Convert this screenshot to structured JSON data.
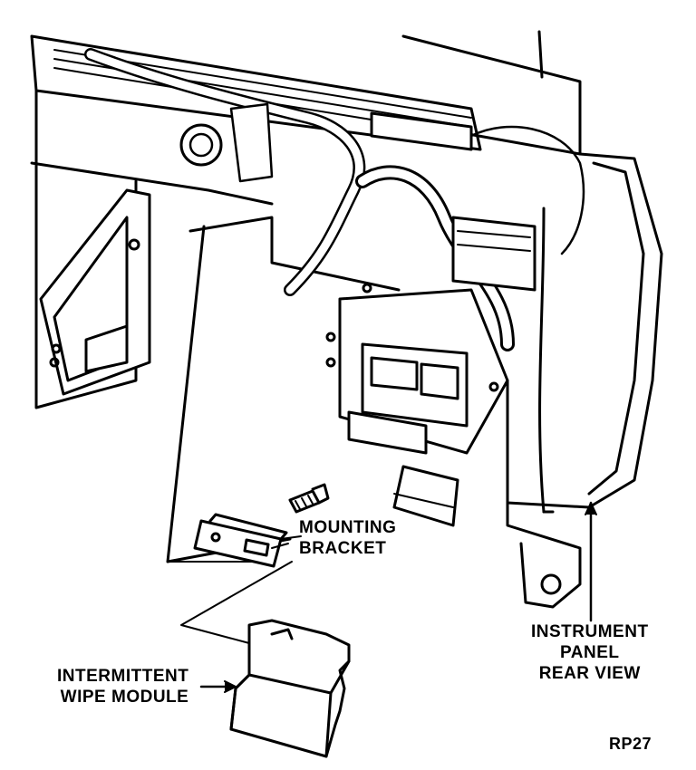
{
  "labels": {
    "mounting_bracket": [
      "MOUNTING",
      "BRACKET"
    ],
    "intermittent_wipe_module": [
      "INTERMITTENT",
      "WIPE MODULE"
    ],
    "instrument_panel": [
      "INSTRUMENT",
      "PANEL",
      "REAR VIEW"
    ],
    "figure_code": "RP27"
  },
  "colors": {
    "ink": "#000000",
    "paper": "#ffffff"
  }
}
